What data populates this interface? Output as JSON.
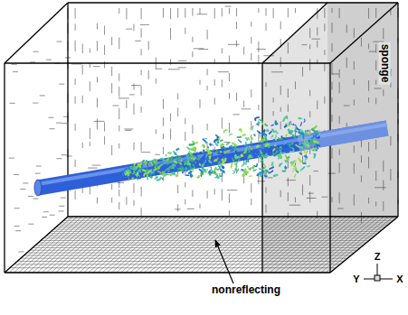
{
  "diagram": {
    "labels": [
      "sponge",
      "nonreflecting",
      "Z",
      "Y",
      "X"
    ]
  }
}
